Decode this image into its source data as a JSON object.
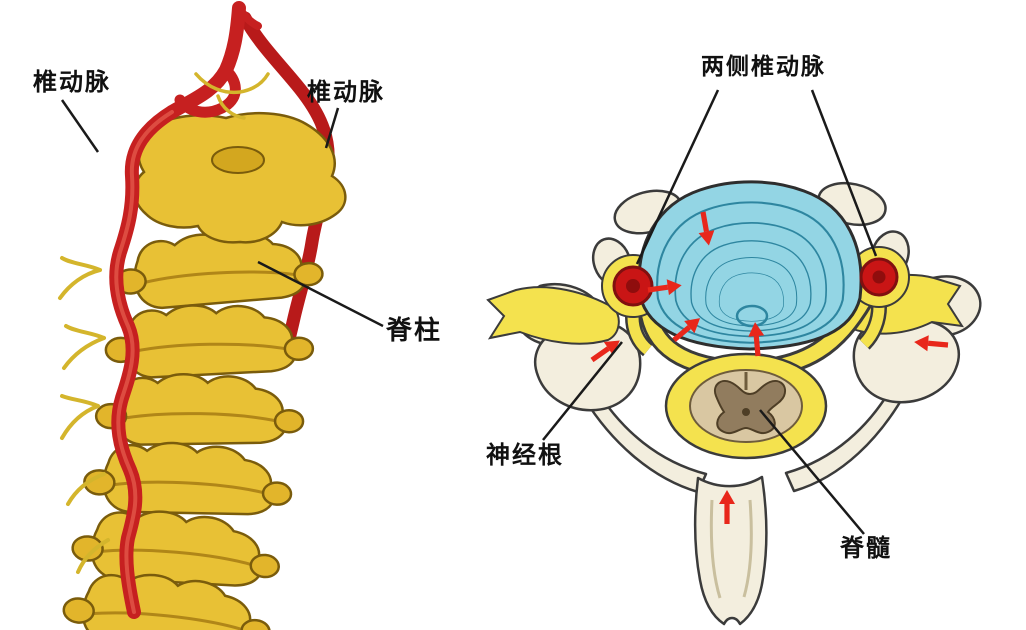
{
  "figure": {
    "type": "anatomy-diagram",
    "labels": {
      "vertebral_artery_left": "椎动脉",
      "vertebral_artery_right": "椎动脉",
      "spinal_column": "脊柱",
      "bilateral_vertebral_arteries": "两侧椎动脉",
      "nerve_root": "神经根",
      "spinal_cord": "脊髓"
    },
    "colors": {
      "background": "#FFFFFF",
      "bone_yellow": "#E8C135",
      "bone_cream": "#F3EEDE",
      "artery_red": "#C62020",
      "nerve_yellow": "#F4E24E",
      "disc_blue": "#93D5E4",
      "cord_tan": "#D9C7A2",
      "gray_matter_brown": "#917C5E",
      "arrow_red": "#E8271B",
      "outline": "#3B3B3B",
      "label_text": "#111111"
    }
  }
}
